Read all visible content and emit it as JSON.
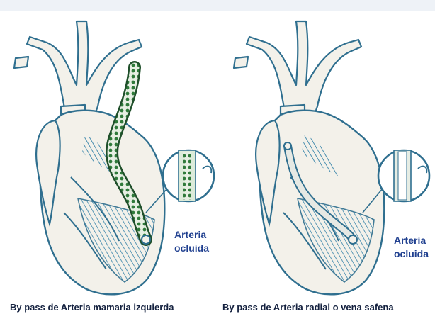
{
  "colors": {
    "outline": "#2f6f8f",
    "shade": "#4a8fb0",
    "fill": "#f3f1ea",
    "graft_mamaria": "#2f7a3a",
    "graft_radial": "#d9ddd8",
    "label": "#1f3f8f",
    "caption": "#14213f"
  },
  "panels": [
    {
      "label_line1": "Arteria",
      "label_line2": "ocluida",
      "caption": "By pass de Arteria mamaria izquierda"
    },
    {
      "label_line1": "Arteria",
      "label_line2": "ocluida",
      "caption": "By pass de Arteria radial o vena safena"
    }
  ]
}
